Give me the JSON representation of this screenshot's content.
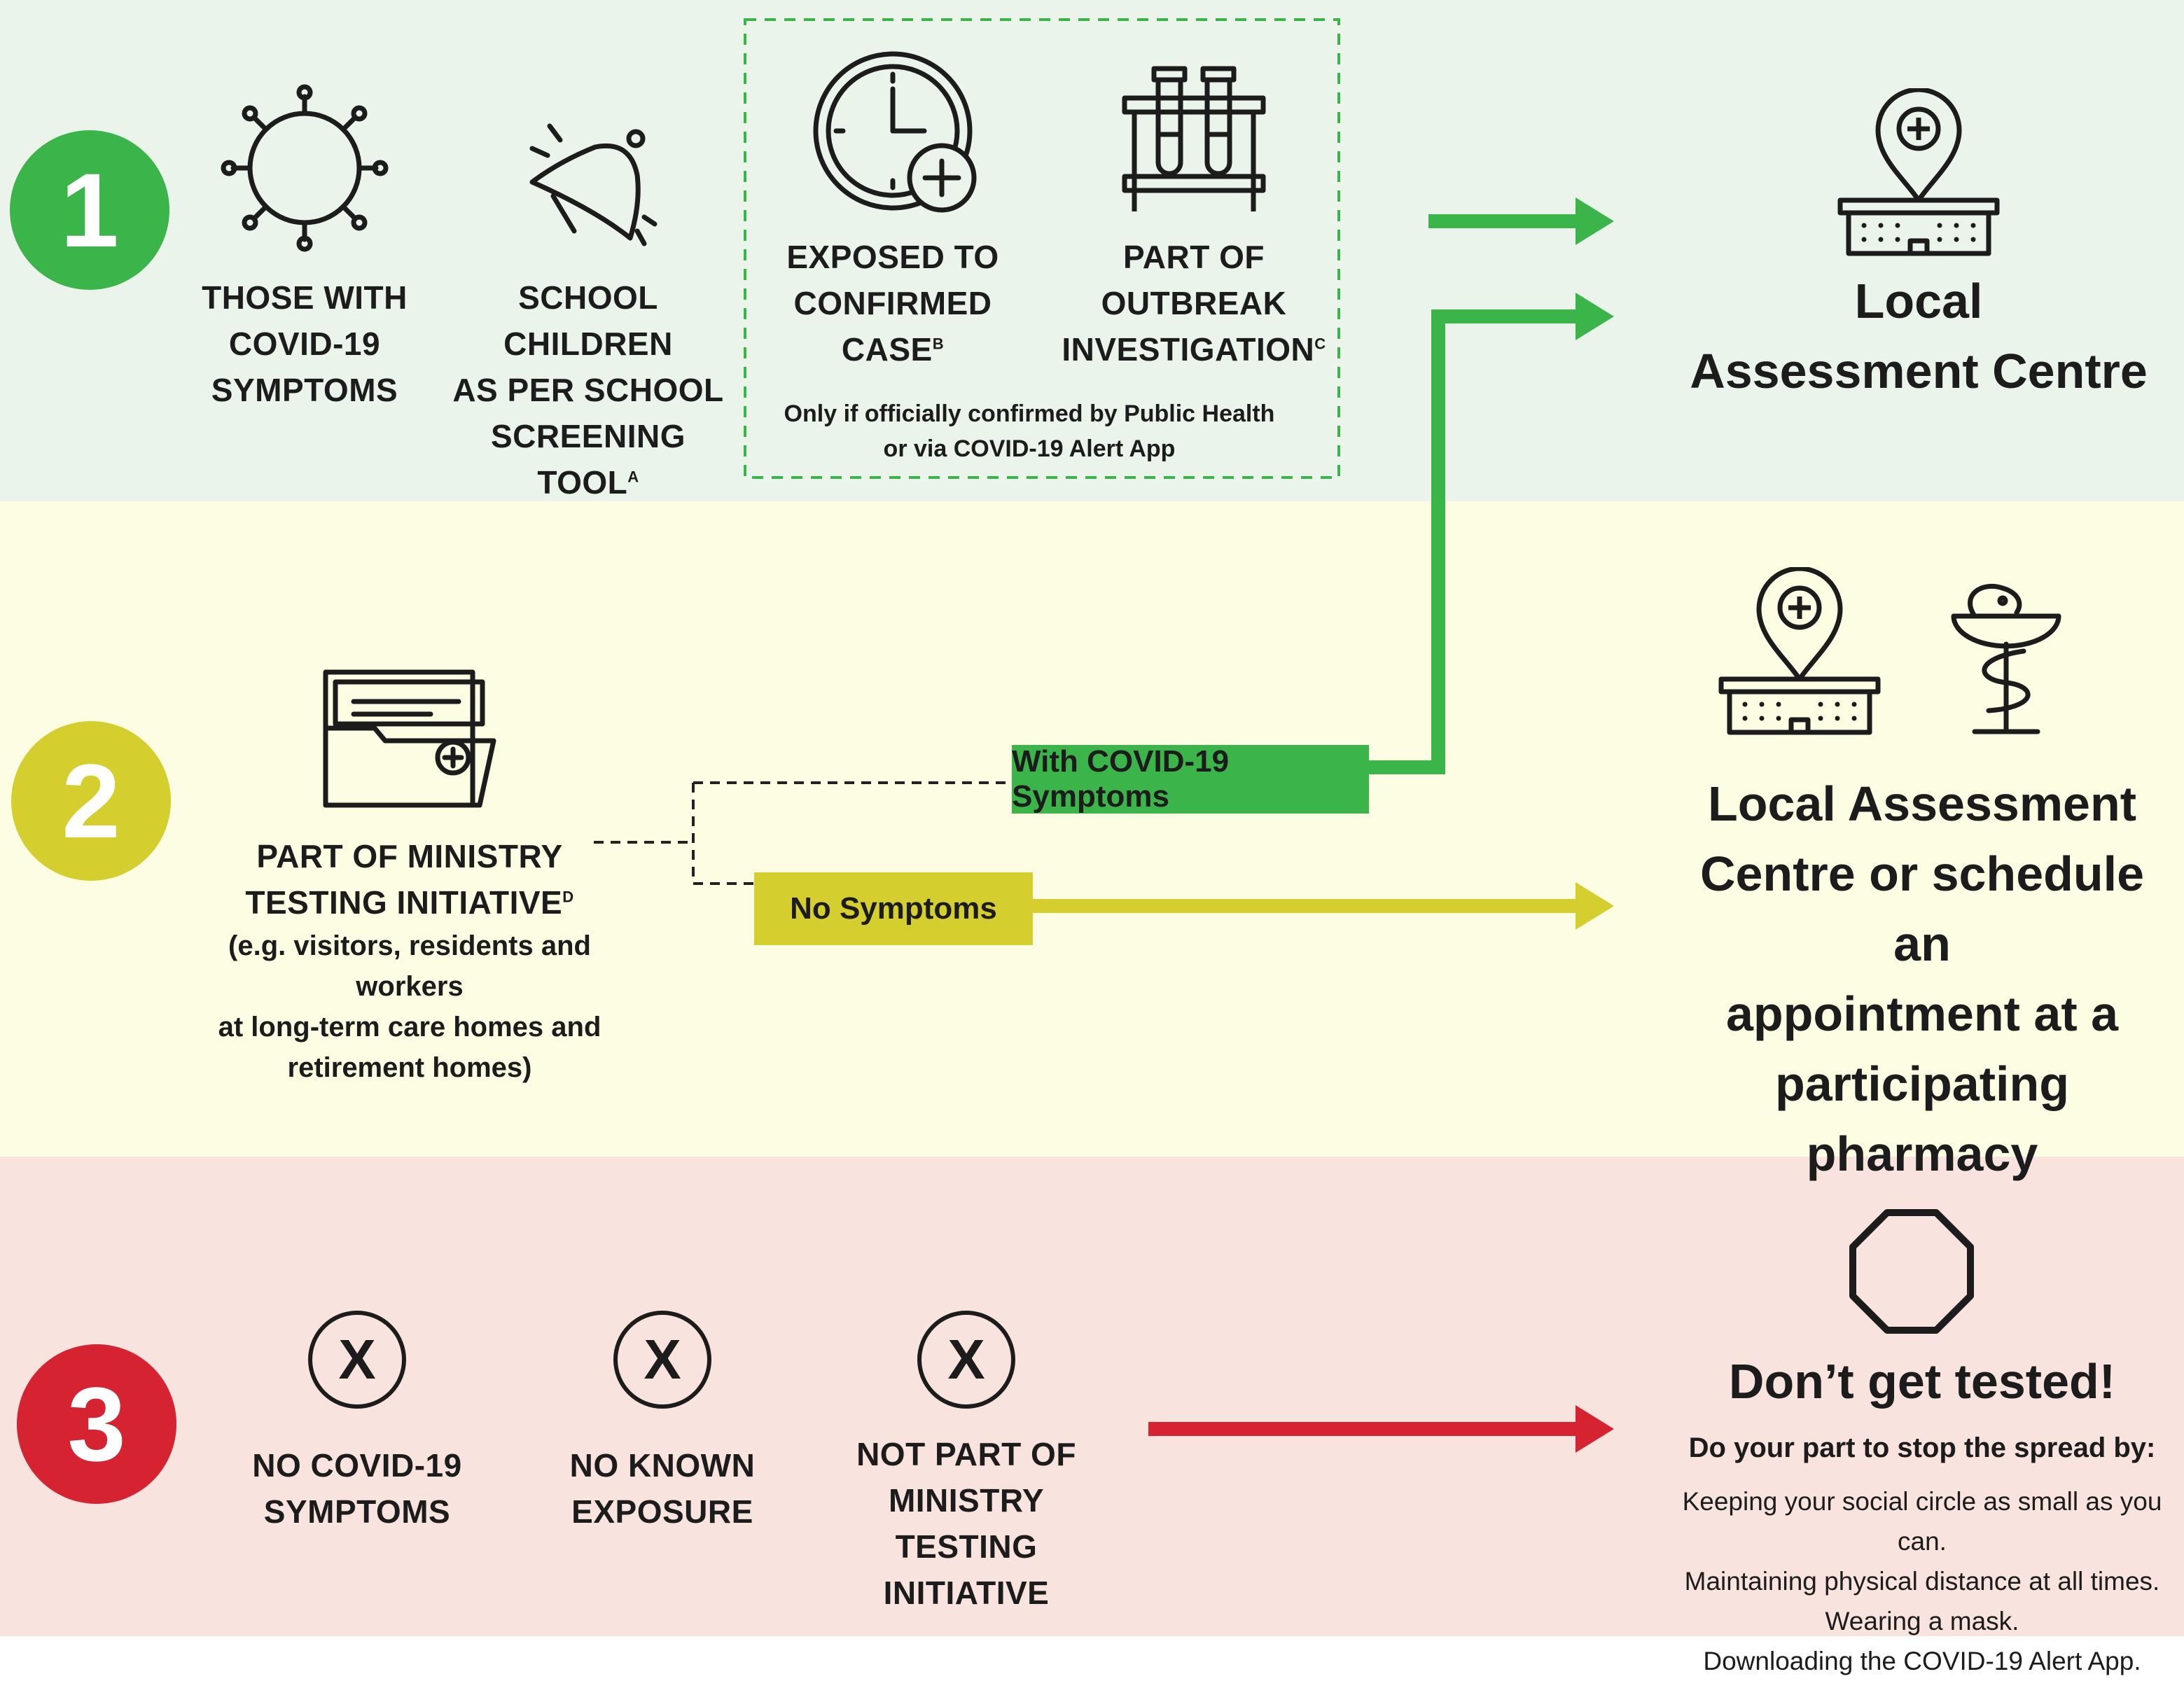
{
  "colors": {
    "band1_bg": "#eaf4ea",
    "band2_bg": "#fcfde2",
    "band3_bg": "#f8e3de",
    "green": "#3bb54a",
    "yellow": "#d4cf2e",
    "red": "#d52331"
  },
  "step1": {
    "number": "1",
    "items": [
      {
        "icon": "virus-icon",
        "lines": [
          "THOSE WITH",
          "COVID-19",
          "SYMPTOMS"
        ]
      },
      {
        "icon": "bell-icon",
        "lines": [
          "SCHOOL CHILDREN",
          "AS PER SCHOOL",
          "SCREENING TOOL"
        ],
        "sup": "A"
      },
      {
        "icon": "clock-plus-icon",
        "lines": [
          "EXPOSED TO",
          "CONFIRMED CASE"
        ],
        "sup": "B"
      },
      {
        "icon": "test-tubes-icon",
        "lines": [
          "PART OF",
          "OUTBREAK",
          "INVESTIGATION"
        ],
        "sup": "C"
      }
    ],
    "note": [
      "Only if officially confirmed by Public Health",
      "or via COVID-19 Alert App"
    ],
    "destination": [
      "Local",
      "Assessment Centre"
    ],
    "destination_icon": "assessment-centre-icon"
  },
  "step2": {
    "number": "2",
    "icon": "medical-folder-icon",
    "label_lines": [
      "PART OF MINISTRY",
      "TESTING INITIATIVE"
    ],
    "label_sup": "D",
    "detail_lines": [
      "(e.g. visitors, residents and workers",
      "at long-term care homes and",
      "retirement homes)"
    ],
    "branch_symptoms": "With COVID-19 Symptoms",
    "branch_no_symptoms": "No Symptoms",
    "destination": [
      "Local Assessment",
      "Centre or schedule an",
      "appointment at a",
      "participating pharmacy"
    ],
    "destination_icons": [
      "assessment-centre-icon",
      "pharmacy-icon"
    ]
  },
  "step3": {
    "number": "3",
    "mark": "X",
    "items": [
      [
        "NO COVID-19",
        "SYMPTOMS"
      ],
      [
        "NO KNOWN",
        "EXPOSURE"
      ],
      [
        "NOT PART OF",
        "MINISTRY TESTING",
        "INITIATIVE"
      ]
    ],
    "destination_icon": "stop-sign-icon",
    "destination_title": "Don’t get tested!",
    "destination_subtitle": "Do your part to stop the spread by:",
    "tips": [
      "Keeping your social circle as small as you can.",
      "Maintaining physical distance at all times.",
      "Wearing a mask.",
      "Downloading the COVID-19 Alert App."
    ]
  }
}
